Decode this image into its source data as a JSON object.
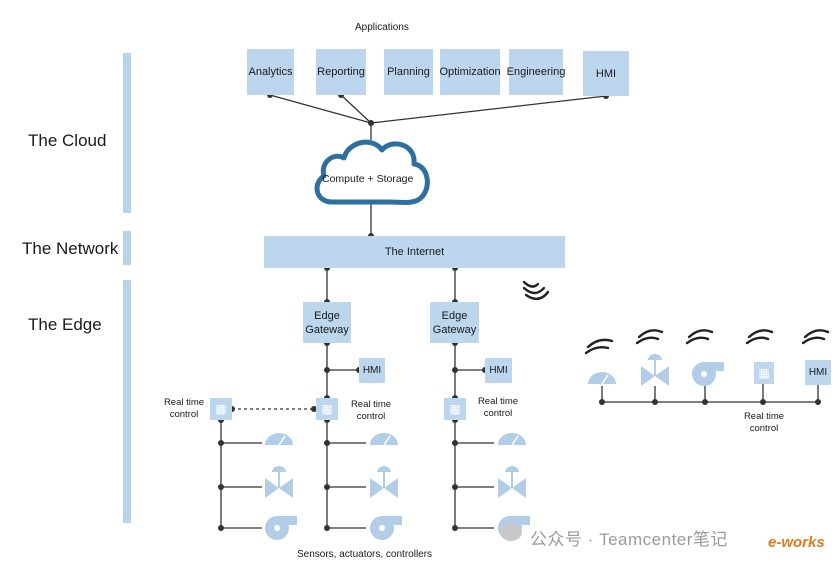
{
  "title": "Applications",
  "layers": {
    "cloud": "The Cloud",
    "network": "The Network",
    "edge": "The Edge"
  },
  "apps": [
    "Analytics",
    "Reporting",
    "Planning",
    "Optimization",
    "Engineering",
    "HMI"
  ],
  "cloud_label": "Compute + Storage",
  "internet_label": "The Internet",
  "gateway_label": "Edge\nGateway",
  "hmi_label": "HMI",
  "rt_control": "Real time\ncontrol",
  "sensors_label": "Sensors, actuators, controllers",
  "watermark": "公众号 · Teamcenter笔记",
  "brand": "e-works",
  "colors": {
    "box": "#bcd6ee",
    "cloud_stroke": "#2f6f9f",
    "wire": "#333333",
    "icon": "#b2cde8"
  }
}
